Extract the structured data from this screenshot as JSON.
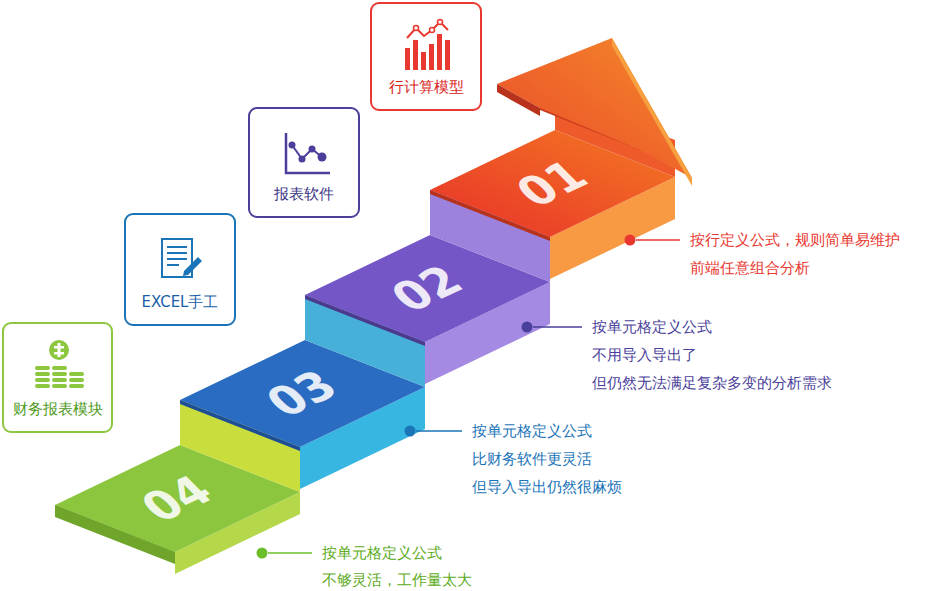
{
  "diagram": {
    "nodes": [
      {
        "text": [
          "行计算模型"
        ]
      },
      {
        "text": [
          "报表软件"
        ]
      },
      {
        "text": [
          "EXCEL手工"
        ]
      },
      {
        "text": [
          "财务报表模块"
        ]
      }
    ],
    "labels": [
      "01",
      "按行定义公式，规则简单易维护",
      "前端任意组合分析",
      "02",
      "按单元格定义公式",
      "不用导入导出了",
      "但仍然无法满足复杂多变的分析需求",
      "03",
      "按单元格定义公式",
      "比财务软件更灵活",
      "但导入导出仍然很麻烦",
      "04",
      "按单元格定义公式",
      "不够灵活，工作量太大"
    ]
  }
}
